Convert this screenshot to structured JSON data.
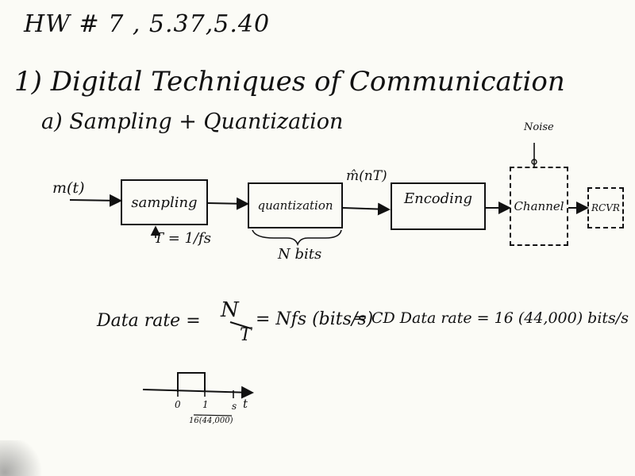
{
  "header": {
    "hw_line": "HW # 7 , 5.37,5.40",
    "section_title": "1) Digital Techniques of Communication",
    "subsection_title": "a) Sampling + Quantization"
  },
  "diagram": {
    "input_label": "m(t)",
    "sampling_label": "sampling",
    "sample_period": "T = 1/fs",
    "quantization_label": "quantization",
    "quantized_output": "m̂(nT)",
    "bits_label": "N bits",
    "encoding_label": "Encoding",
    "noise_label": "Noise",
    "channel_label": "Channel",
    "receiver_label": "RCVR"
  },
  "formula": {
    "data_rate_prefix": "Data rate =",
    "numerator": "N",
    "denominator": "T",
    "rhs": "= Nfs (bits/s)",
    "cd_line": "⇒ CD Data rate = 16 (44,000) bits/s"
  },
  "timeline": {
    "tick_zero": "0",
    "tick_one": "1",
    "tick_unit": "s",
    "axis_var": "t",
    "tick_one_sub": "16(44,000)"
  }
}
